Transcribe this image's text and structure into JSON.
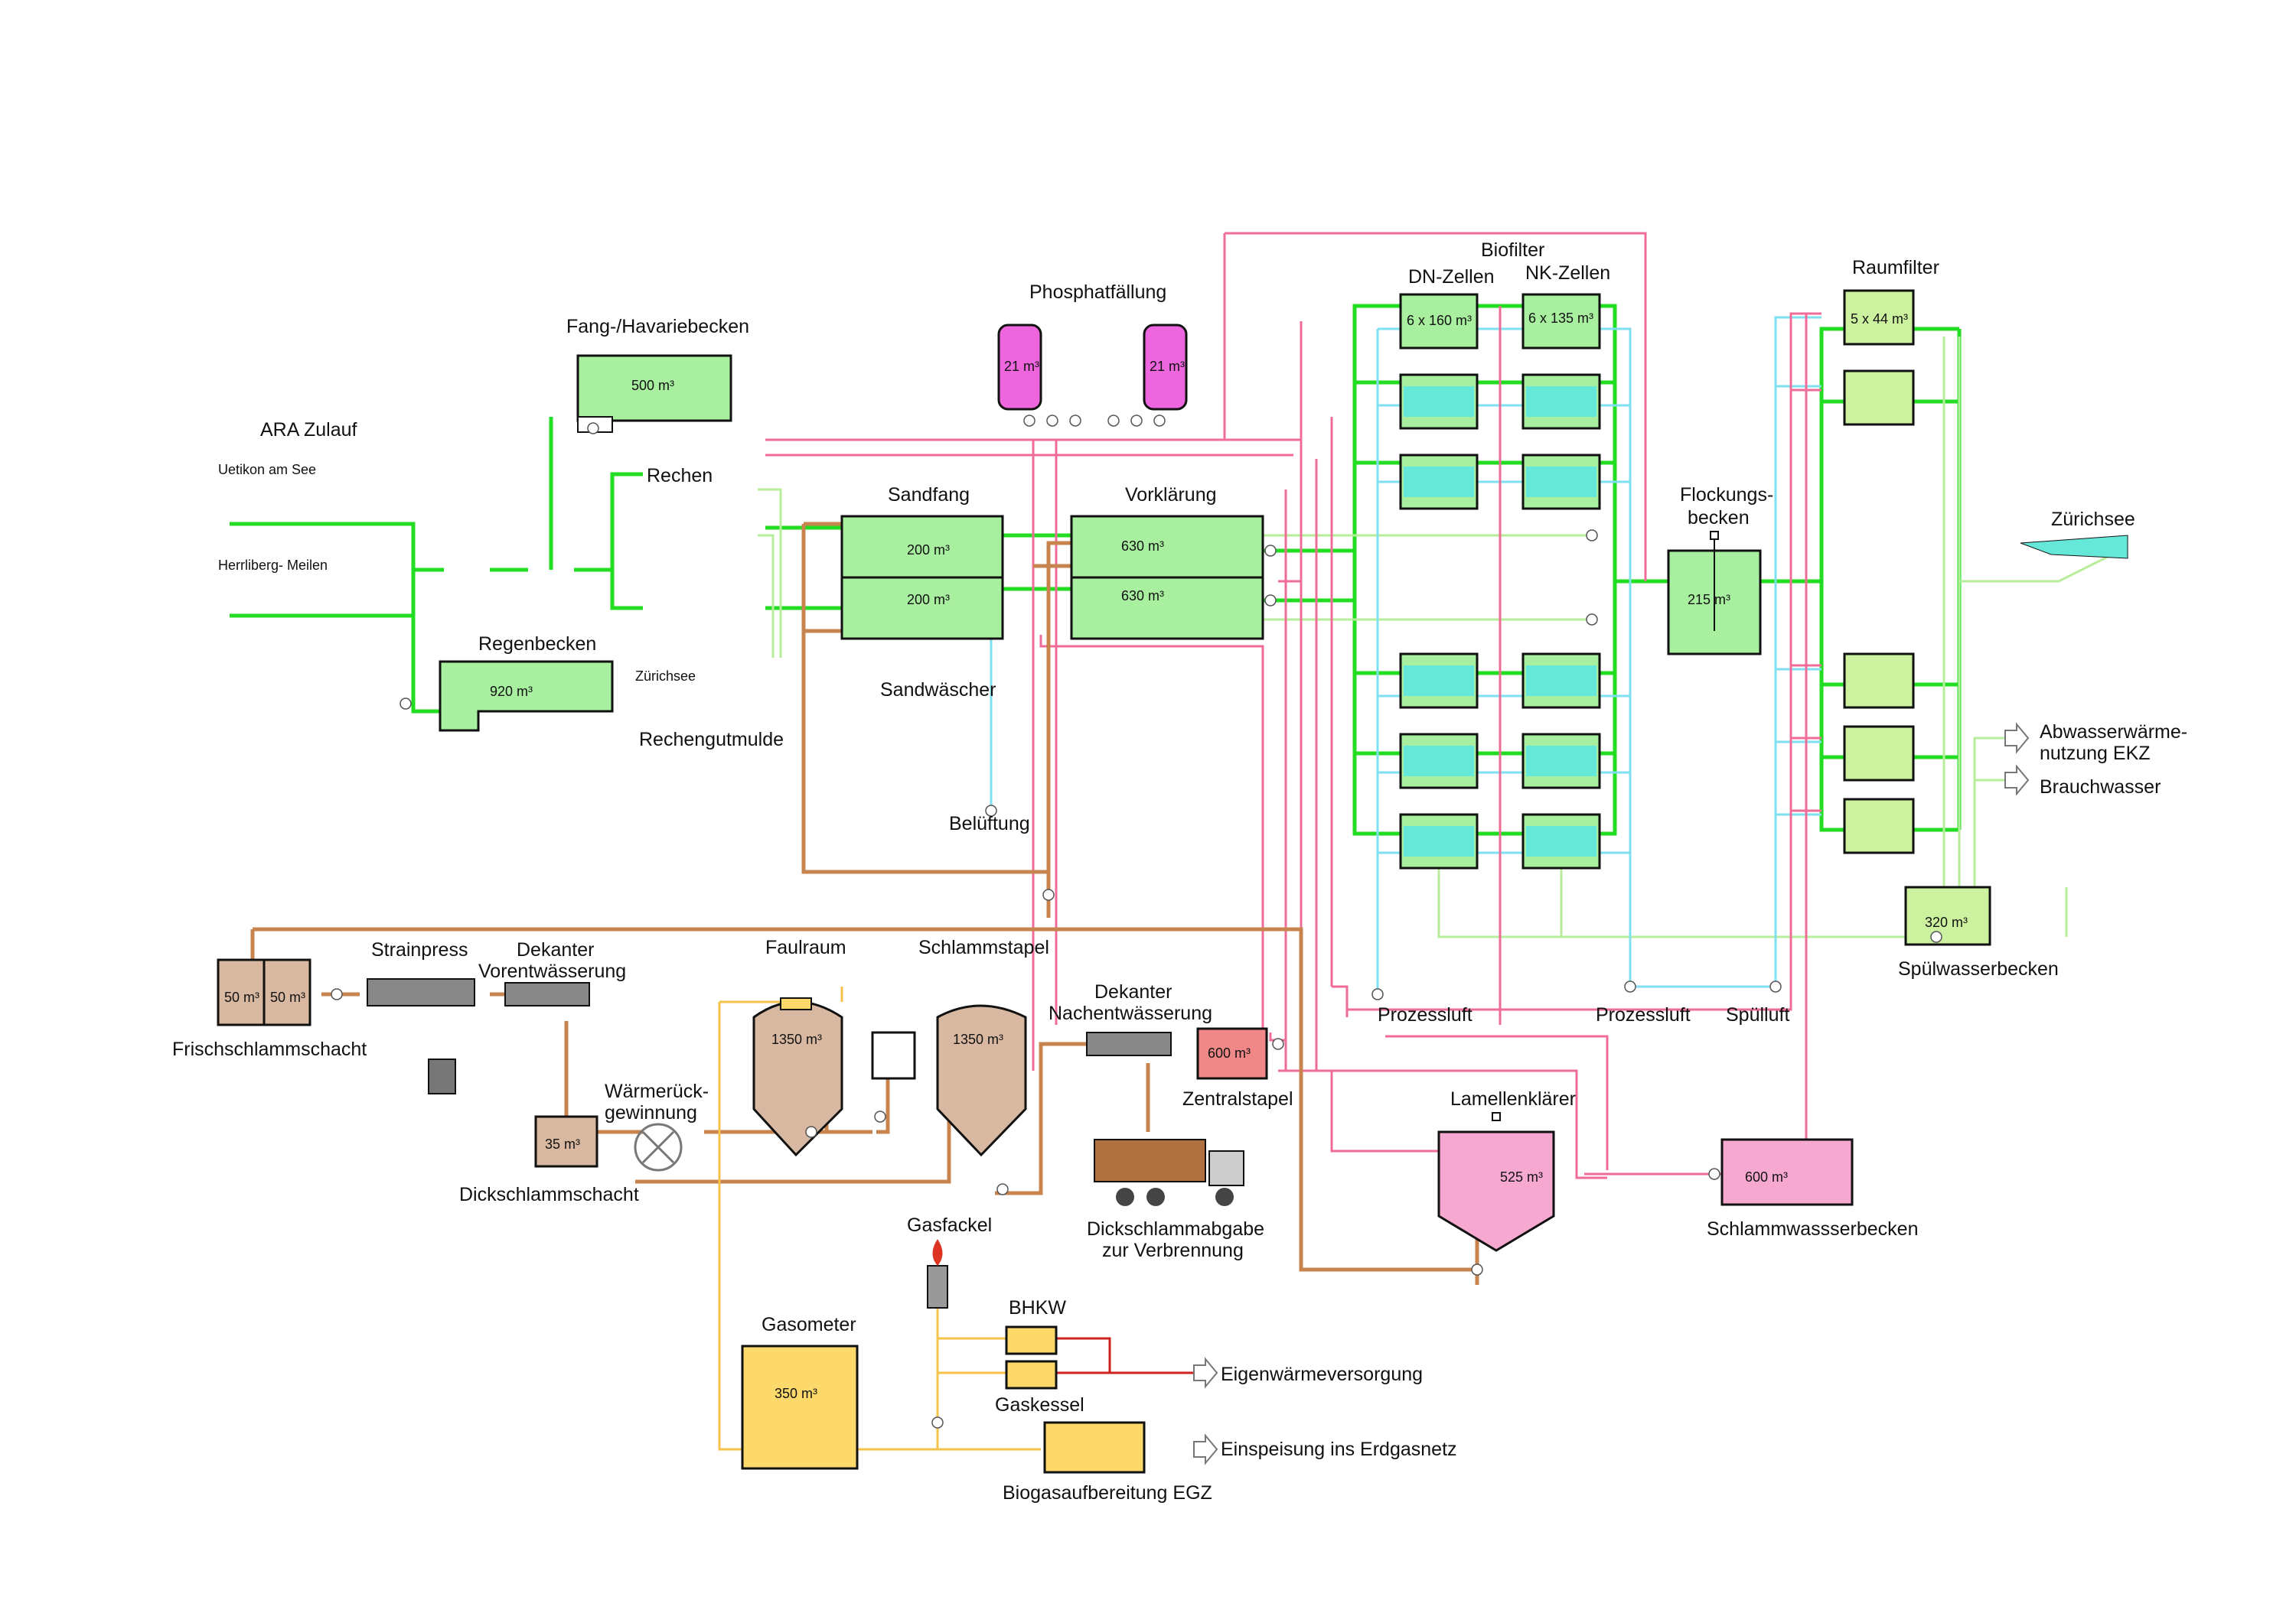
{
  "colors": {
    "water": "#22dd22",
    "sludge": "#c8844f",
    "air": "#7fe0ef",
    "sludge_water": "#f06c98",
    "gas": "#f7c24a",
    "heat": "#cc2222",
    "light_water": "#b7ee9c"
  },
  "labels": {
    "ara_zulauf": "ARA Zulauf",
    "uetikon": "Uetikon  am See",
    "herrliberg": "Herrliberg- Meilen",
    "fang_havarie": "Fang-/Havariebecken",
    "regenbecken": "Regenbecken",
    "zurichsee_small": "Zürichsee",
    "rechen": "Rechen",
    "rechengutmulde": "Rechengutmulde",
    "sandfang": "Sandfang",
    "vorklaerung": "Vorklärung",
    "sandwaescher": "Sandwäscher",
    "belueftung": "Belüftung",
    "phosphatfaellung": "Phosphatfällung",
    "biofilter": "Biofilter",
    "dn_zellen": "DN-Zellen",
    "nk_zellen": "NK-Zellen",
    "flockungs_1": "Flockungs-",
    "flockungs_2": "becken",
    "raumfilter": "Raumfilter",
    "zuerichsee": "Zürichsee",
    "abwasser_1": "Abwasserwärme-",
    "abwasser_2": "nutzung  EKZ",
    "brauchwasser": "Brauchwasser",
    "spuelwasserbecken": "Spülwasserbecken",
    "prozessluft_1": "Prozessluft",
    "prozessluft_2": "Prozessluft",
    "spuelluft": "Spülluft",
    "lamellenklaerer": "Lamellenklärer",
    "schlammwasserbecken": "Schlammwassserbecken",
    "frischschlammschacht": "Frischschlammschacht",
    "strainpress": "Strainpress",
    "dekanter_vor_1": "Dekanter",
    "dekanter_vor_2": "Vorentwässerung",
    "faulraum": "Faulraum",
    "schlammstapel": "Schlammstapel",
    "dekanter_nach_1": "Dekanter",
    "dekanter_nach_2": "Nachentwässerung",
    "zentralstapel": "Zentralstapel",
    "waermerueck_1": "Wärmerück-",
    "waermerueck_2": "gewinnung",
    "dickschlammschacht": "Dickschlammschacht",
    "dickschlamm_1": "Dickschlammabgabe",
    "dickschlamm_2": "zur Verbrennung",
    "gasfackel": "Gasfackel",
    "bhkw": "BHKW",
    "gaskessel": "Gaskessel",
    "gasometer": "Gasometer",
    "eigenwaerme": "Eigenwärmeversorgung",
    "einspeisung": "Einspeisung ins Erdgasnetz",
    "biogas": "Biogasaufbereitung  EGZ"
  },
  "volumes": {
    "fang": "500 m³",
    "regen": "920 m³",
    "sandfang_1": "200 m³",
    "sandfang_2": "200 m³",
    "vorkl_1": "630 m³",
    "vorkl_2": "630 m³",
    "phos_1": "21 m³",
    "phos_2": "21 m³",
    "dn": "6 x 160 m³",
    "nk": "6 x 135 m³",
    "flockung": "215 m³",
    "raumfilter": "5 x 44 m³",
    "spuelwasser": "320 m³",
    "lamellen": "525 m³",
    "schlammwasser": "600 m³",
    "frisch_1": "50 m³",
    "frisch_2": "50 m³",
    "faulraum": "1350 m³",
    "schlammstapel": "1350 m³",
    "zentralstapel": "600 m³",
    "dickschlamm": "35 m³",
    "gasometer": "350 m³"
  }
}
